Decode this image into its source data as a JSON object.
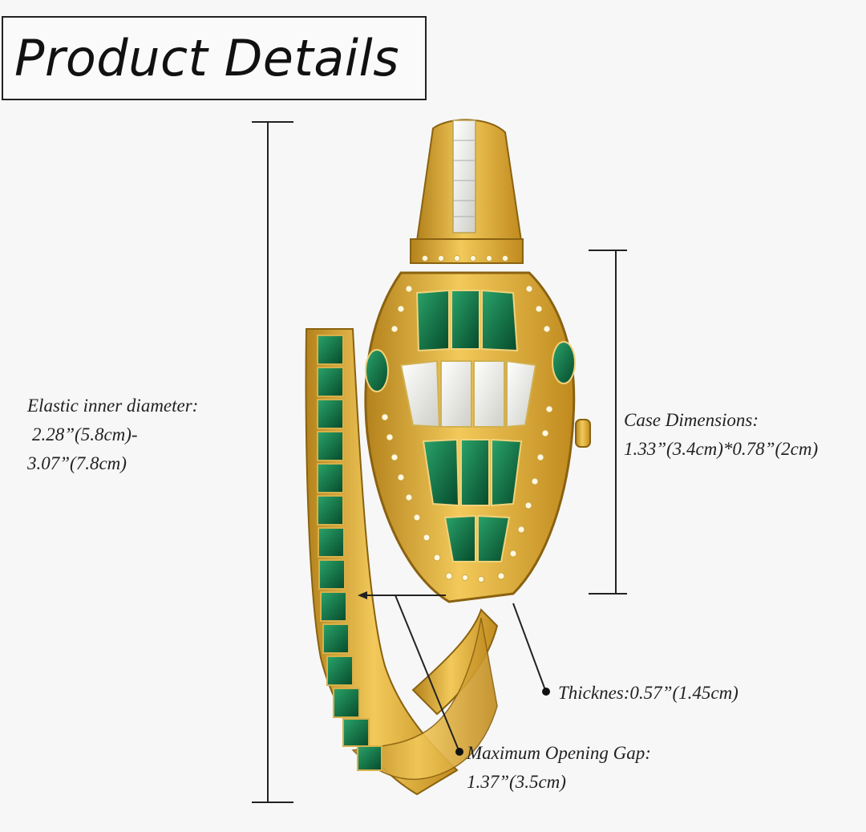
{
  "title": "Product Details",
  "labels": {
    "inner_diameter": {
      "line1": "Elastic inner diameter:",
      "line2": "2.28”(5.8cm)-",
      "line3": "3.07”(7.8cm)"
    },
    "case": {
      "line1": "Case Dimensions:",
      "line2": "1.33”(3.4cm)*0.78”(2cm)"
    },
    "thickness": "Thicknes:0.57”(1.45cm)",
    "gap": {
      "line1": "Maximum Opening Gap:",
      "line2": "1.37”(3.5cm)"
    }
  },
  "colors": {
    "gold": "#d9a62e",
    "gold_dark": "#a87818",
    "emerald": "#0f7a4a",
    "crystal": "#f4f4f0"
  }
}
